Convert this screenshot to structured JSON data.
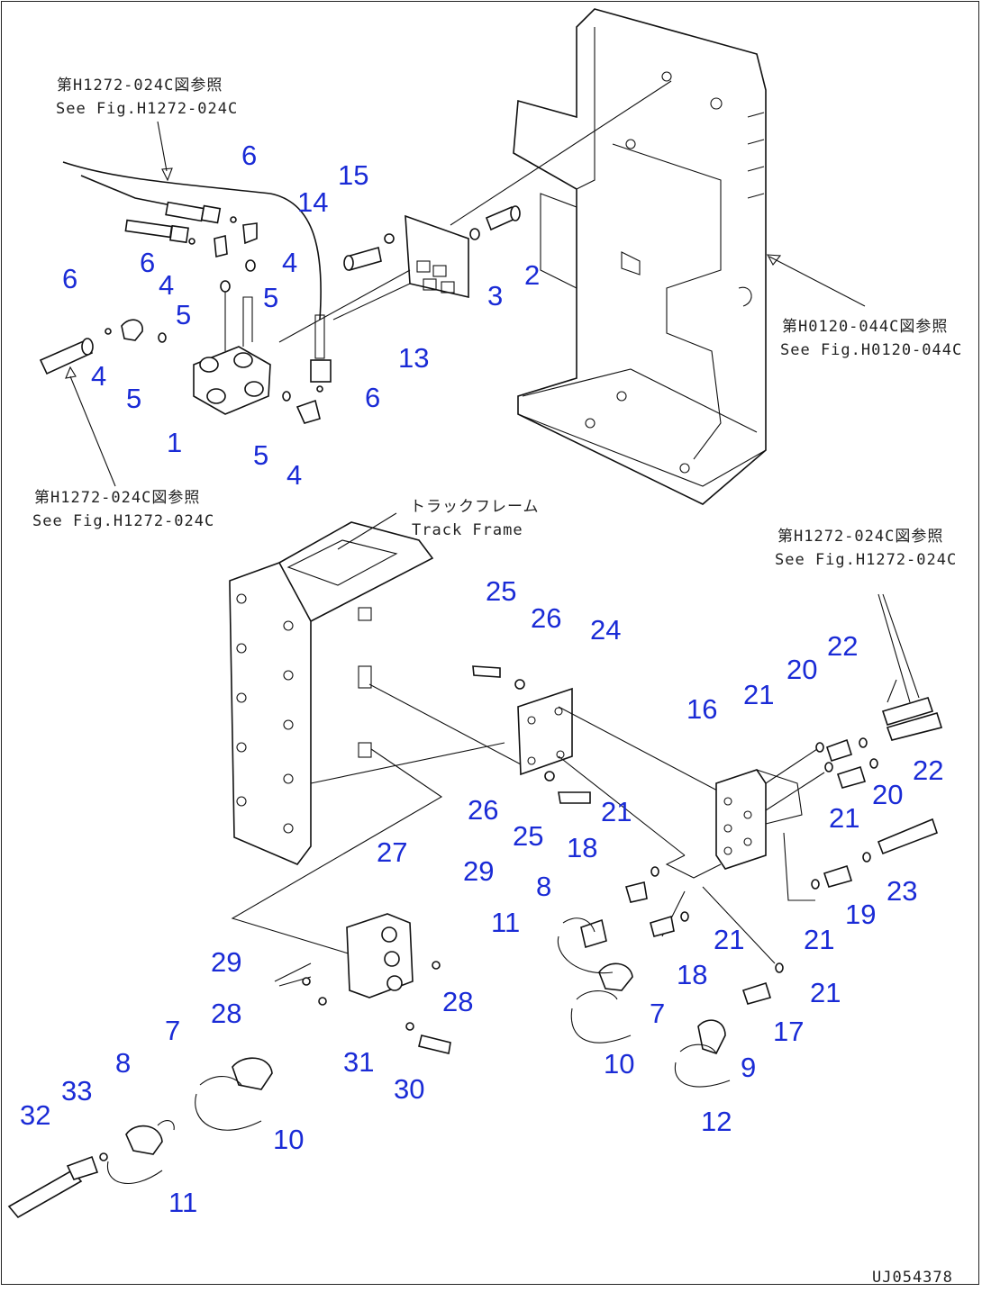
{
  "references": {
    "top_left_jp": "第H1272-024C図参照",
    "top_left_en": "See Fig.H1272-024C",
    "left_mid_jp": "第H1272-024C図参照",
    "left_mid_en": "See Fig.H1272-024C",
    "right_top_jp": "第H0120-044C図参照",
    "right_top_en": "See Fig.H0120-044C",
    "right_mid_jp": "第H1272-024C図参照",
    "right_mid_en": "See Fig.H1272-024C",
    "track_frame_jp": "トラックフレーム",
    "track_frame_en": "Track Frame"
  },
  "drawing_code": "UJ054378",
  "callouts": {
    "c1": "1",
    "c2": "2",
    "c3": "3",
    "c4a": "4",
    "c4b": "4",
    "c4c": "4",
    "c4d": "4",
    "c5a": "5",
    "c5b": "5",
    "c5c": "5",
    "c5d": "5",
    "c6a": "6",
    "c6b": "6",
    "c6c": "6",
    "c6d": "6",
    "c7a": "7",
    "c7b": "7",
    "c8a": "8",
    "c8b": "8",
    "c9": "9",
    "c10a": "10",
    "c10b": "10",
    "c11a": "11",
    "c11b": "11",
    "c12": "12",
    "c13": "13",
    "c14": "14",
    "c15": "15",
    "c16": "16",
    "c17": "17",
    "c18a": "18",
    "c18b": "18",
    "c19": "19",
    "c20a": "20",
    "c20b": "20",
    "c21a": "21",
    "c21b": "21",
    "c21c": "21",
    "c21d": "21",
    "c21e": "21",
    "c21f": "21",
    "c22a": "22",
    "c22b": "22",
    "c23": "23",
    "c24": "24",
    "c25a": "25",
    "c25b": "25",
    "c26a": "26",
    "c26b": "26",
    "c27": "27",
    "c28a": "28",
    "c28b": "28",
    "c29a": "29",
    "c29b": "29",
    "c30": "30",
    "c31": "31",
    "c32": "32",
    "c33": "33"
  }
}
